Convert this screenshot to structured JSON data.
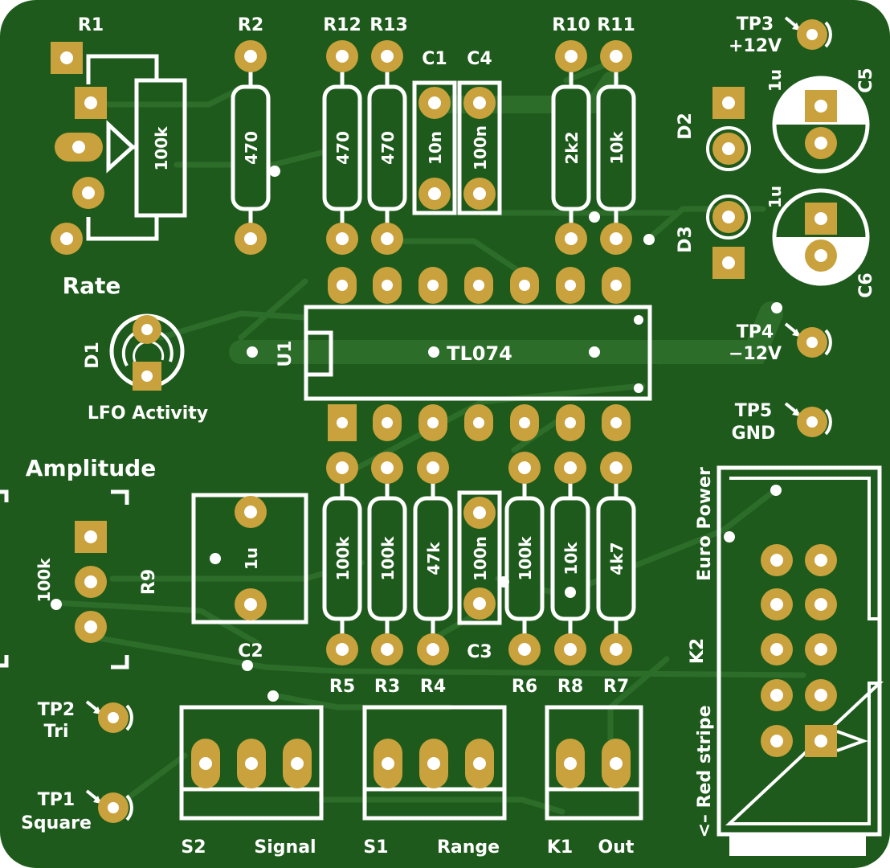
{
  "colors": {
    "board": "#1e5a1c",
    "trace": "#2d6d2a",
    "silk": "#ffffff",
    "copper": "#c9a23d",
    "hole": "#ffffff"
  },
  "labels": {
    "r1": "R1",
    "r2": "R2",
    "r12": "R12",
    "r13": "R13",
    "c1": "C1",
    "c4": "C4",
    "r10": "R10",
    "r11": "R11",
    "tp3": "TP3",
    "plus12": "+12V",
    "c5_val": "1u",
    "c5": "C5",
    "d2": "D2",
    "d3": "D3",
    "c6_val": "1u",
    "c6": "C6",
    "rate": "Rate",
    "d1": "D1",
    "lfo": "LFO Activity",
    "u1": "U1",
    "tl074": "TL074",
    "tp4": "TP4",
    "minus12": "−12V",
    "tp5": "TP5",
    "gnd": "GND",
    "amplitude": "Amplitude",
    "r9_val": "100k",
    "r9": "R9",
    "c2_val": "1u",
    "c2": "C2",
    "euro": "Euro Power",
    "k2": "K2",
    "red_stripe": "<– Red stripe",
    "r5": "R5",
    "r3": "R3",
    "r4": "R4",
    "c3": "C3",
    "r6": "R6",
    "r8": "R8",
    "r7": "R7",
    "tp2": "TP2",
    "tri": "Tri",
    "tp1": "TP1",
    "square": "Square",
    "s2": "S2",
    "signal": "Signal",
    "s1": "S1",
    "range": "Range",
    "k1": "K1",
    "out": "Out"
  },
  "values": {
    "r1": "100k",
    "r2": "470",
    "r12": "470",
    "r13": "470",
    "c1": "10n",
    "c4": "100n",
    "r10": "2k2",
    "r11": "10k",
    "r5": "100k",
    "r3": "100k",
    "r4": "47k",
    "c3": "100n",
    "r6": "100k",
    "r8": "10k",
    "r7": "4k7"
  }
}
